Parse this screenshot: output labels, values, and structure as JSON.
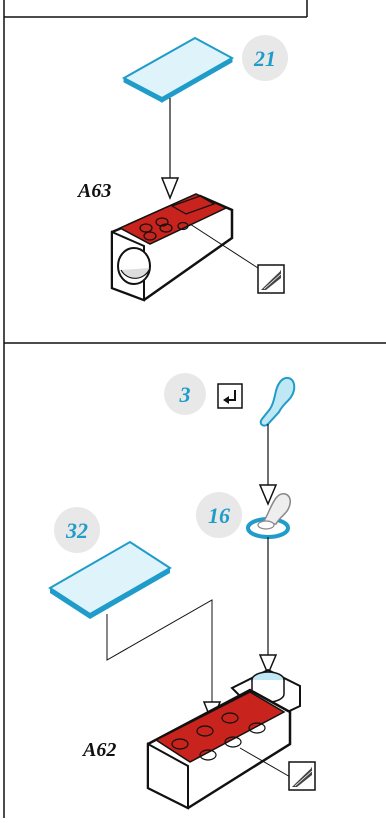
{
  "panels": [
    {
      "part_label": "A63",
      "steps": [
        {
          "number": "21"
        }
      ]
    },
    {
      "part_label": "A62",
      "steps": [
        {
          "number": "3"
        },
        {
          "number": "16"
        },
        {
          "number": "32"
        }
      ]
    }
  ],
  "icons": [
    "return-arrow-icon",
    "grip-texture-icon",
    "grip-texture-icon"
  ],
  "colors": {
    "brick_red": "#c8231c",
    "callout_blue": "#1f9cc9",
    "tile_fill": "#bfe7f4",
    "badge_bg": "#e8e8e8",
    "outline": "#111111"
  }
}
